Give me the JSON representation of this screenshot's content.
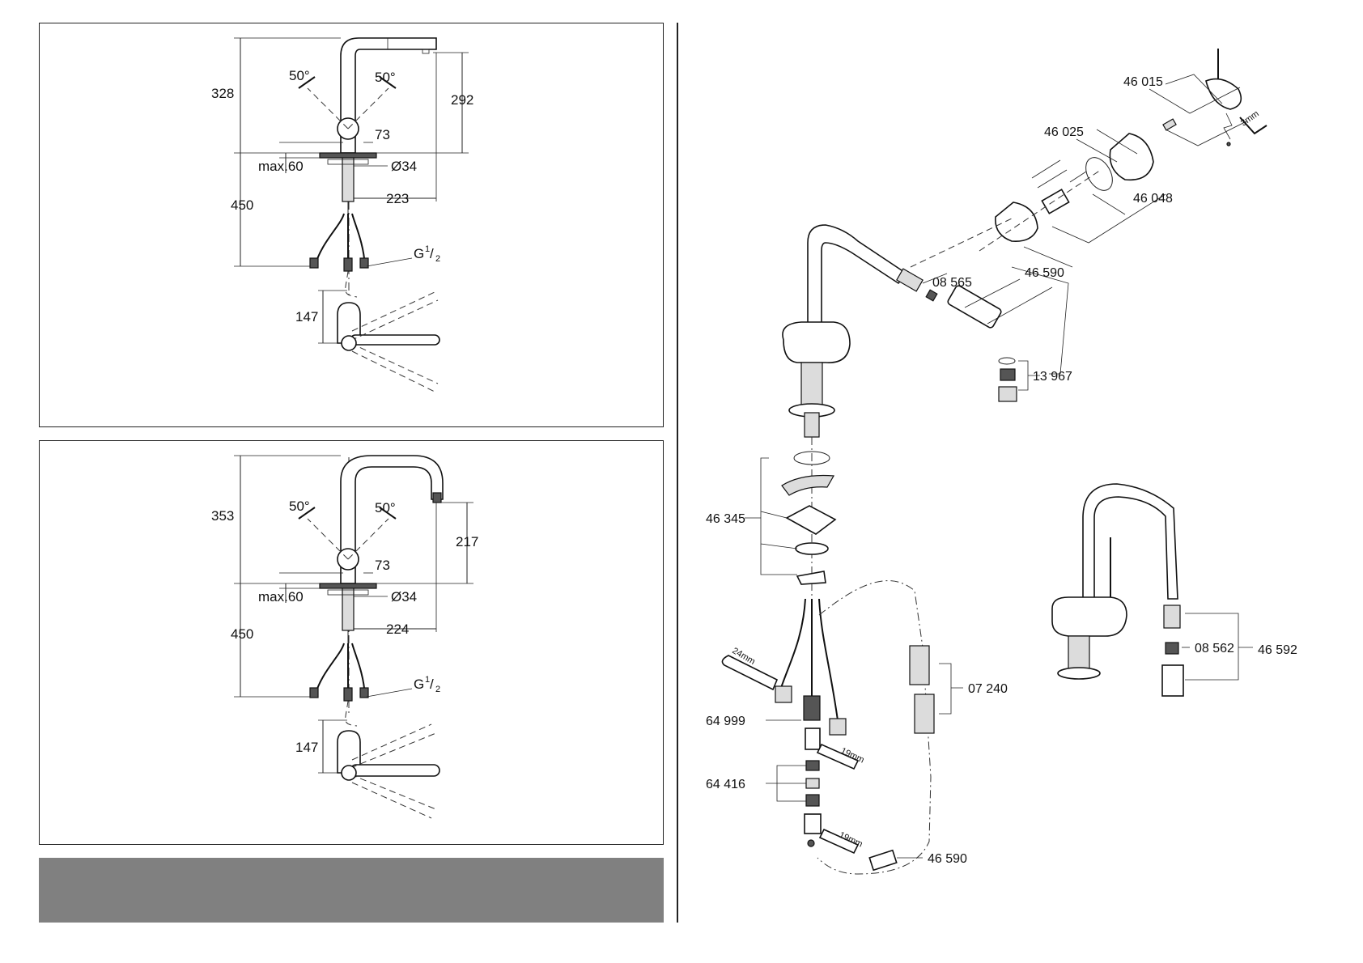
{
  "top_panel": {
    "dim_height_total": "328",
    "dim_spout_height": "292",
    "dim_angle_left": "50°",
    "dim_angle_right": "50°",
    "dim_body_offset": "73",
    "dim_max_deck": "max.60",
    "dim_hole_diameter": "Ø34",
    "dim_below_deck": "450",
    "dim_reach": "223",
    "dim_thread": "G",
    "dim_thread_fraction_num": "1",
    "dim_thread_fraction_den": "2",
    "dim_lever_height": "147"
  },
  "bottom_panel": {
    "dim_height_total": "353",
    "dim_spout_height": "217",
    "dim_angle_left": "50°",
    "dim_angle_right": "50°",
    "dim_body_offset": "73",
    "dim_max_deck": "max.60",
    "dim_hole_diameter": "Ø34",
    "dim_below_deck": "450",
    "dim_reach": "224",
    "dim_thread": "G",
    "dim_thread_fraction_num": "1",
    "dim_thread_fraction_den": "2",
    "dim_lever_height": "147"
  },
  "exploded_view": {
    "parts": {
      "handle": "46 015",
      "cartridge_ring": "46 025",
      "cartridge": "46 048",
      "spray_head_top": "46 590",
      "check_valve_top": "08 565",
      "aerator": "13 967",
      "mounting_kit": "46 345",
      "hose_weights": "07 240",
      "hose_connector": "64 999",
      "check_valve_set": "64 416",
      "spray_head_bottom": "46 590",
      "check_valve_u": "08 562",
      "spray_head_u": "46 592"
    },
    "tool_sizes": {
      "hex_key": "3mm",
      "wrench_large": "24mm",
      "wrench_1": "19mm",
      "wrench_2": "19mm"
    }
  }
}
